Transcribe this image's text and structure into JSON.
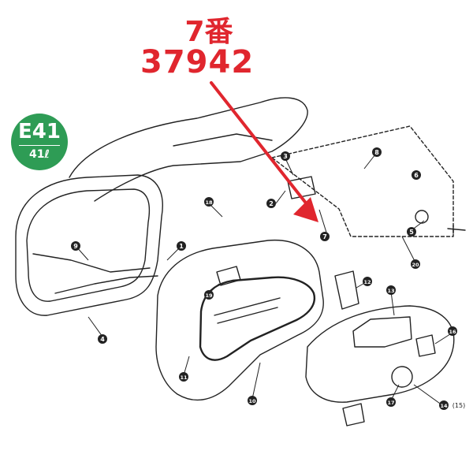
{
  "callout": {
    "part_label": "7番",
    "part_code": "37942",
    "color": "#e0262e"
  },
  "badge": {
    "model": "E41",
    "capacity": "41ℓ",
    "color": "#2e9c55"
  },
  "part_numbers": [
    "1",
    "2",
    "3",
    "4",
    "5",
    "6",
    "7",
    "8",
    "9",
    "10",
    "11",
    "12",
    "13",
    "14",
    "(15)",
    "16",
    "17",
    "18",
    "19",
    "20"
  ]
}
